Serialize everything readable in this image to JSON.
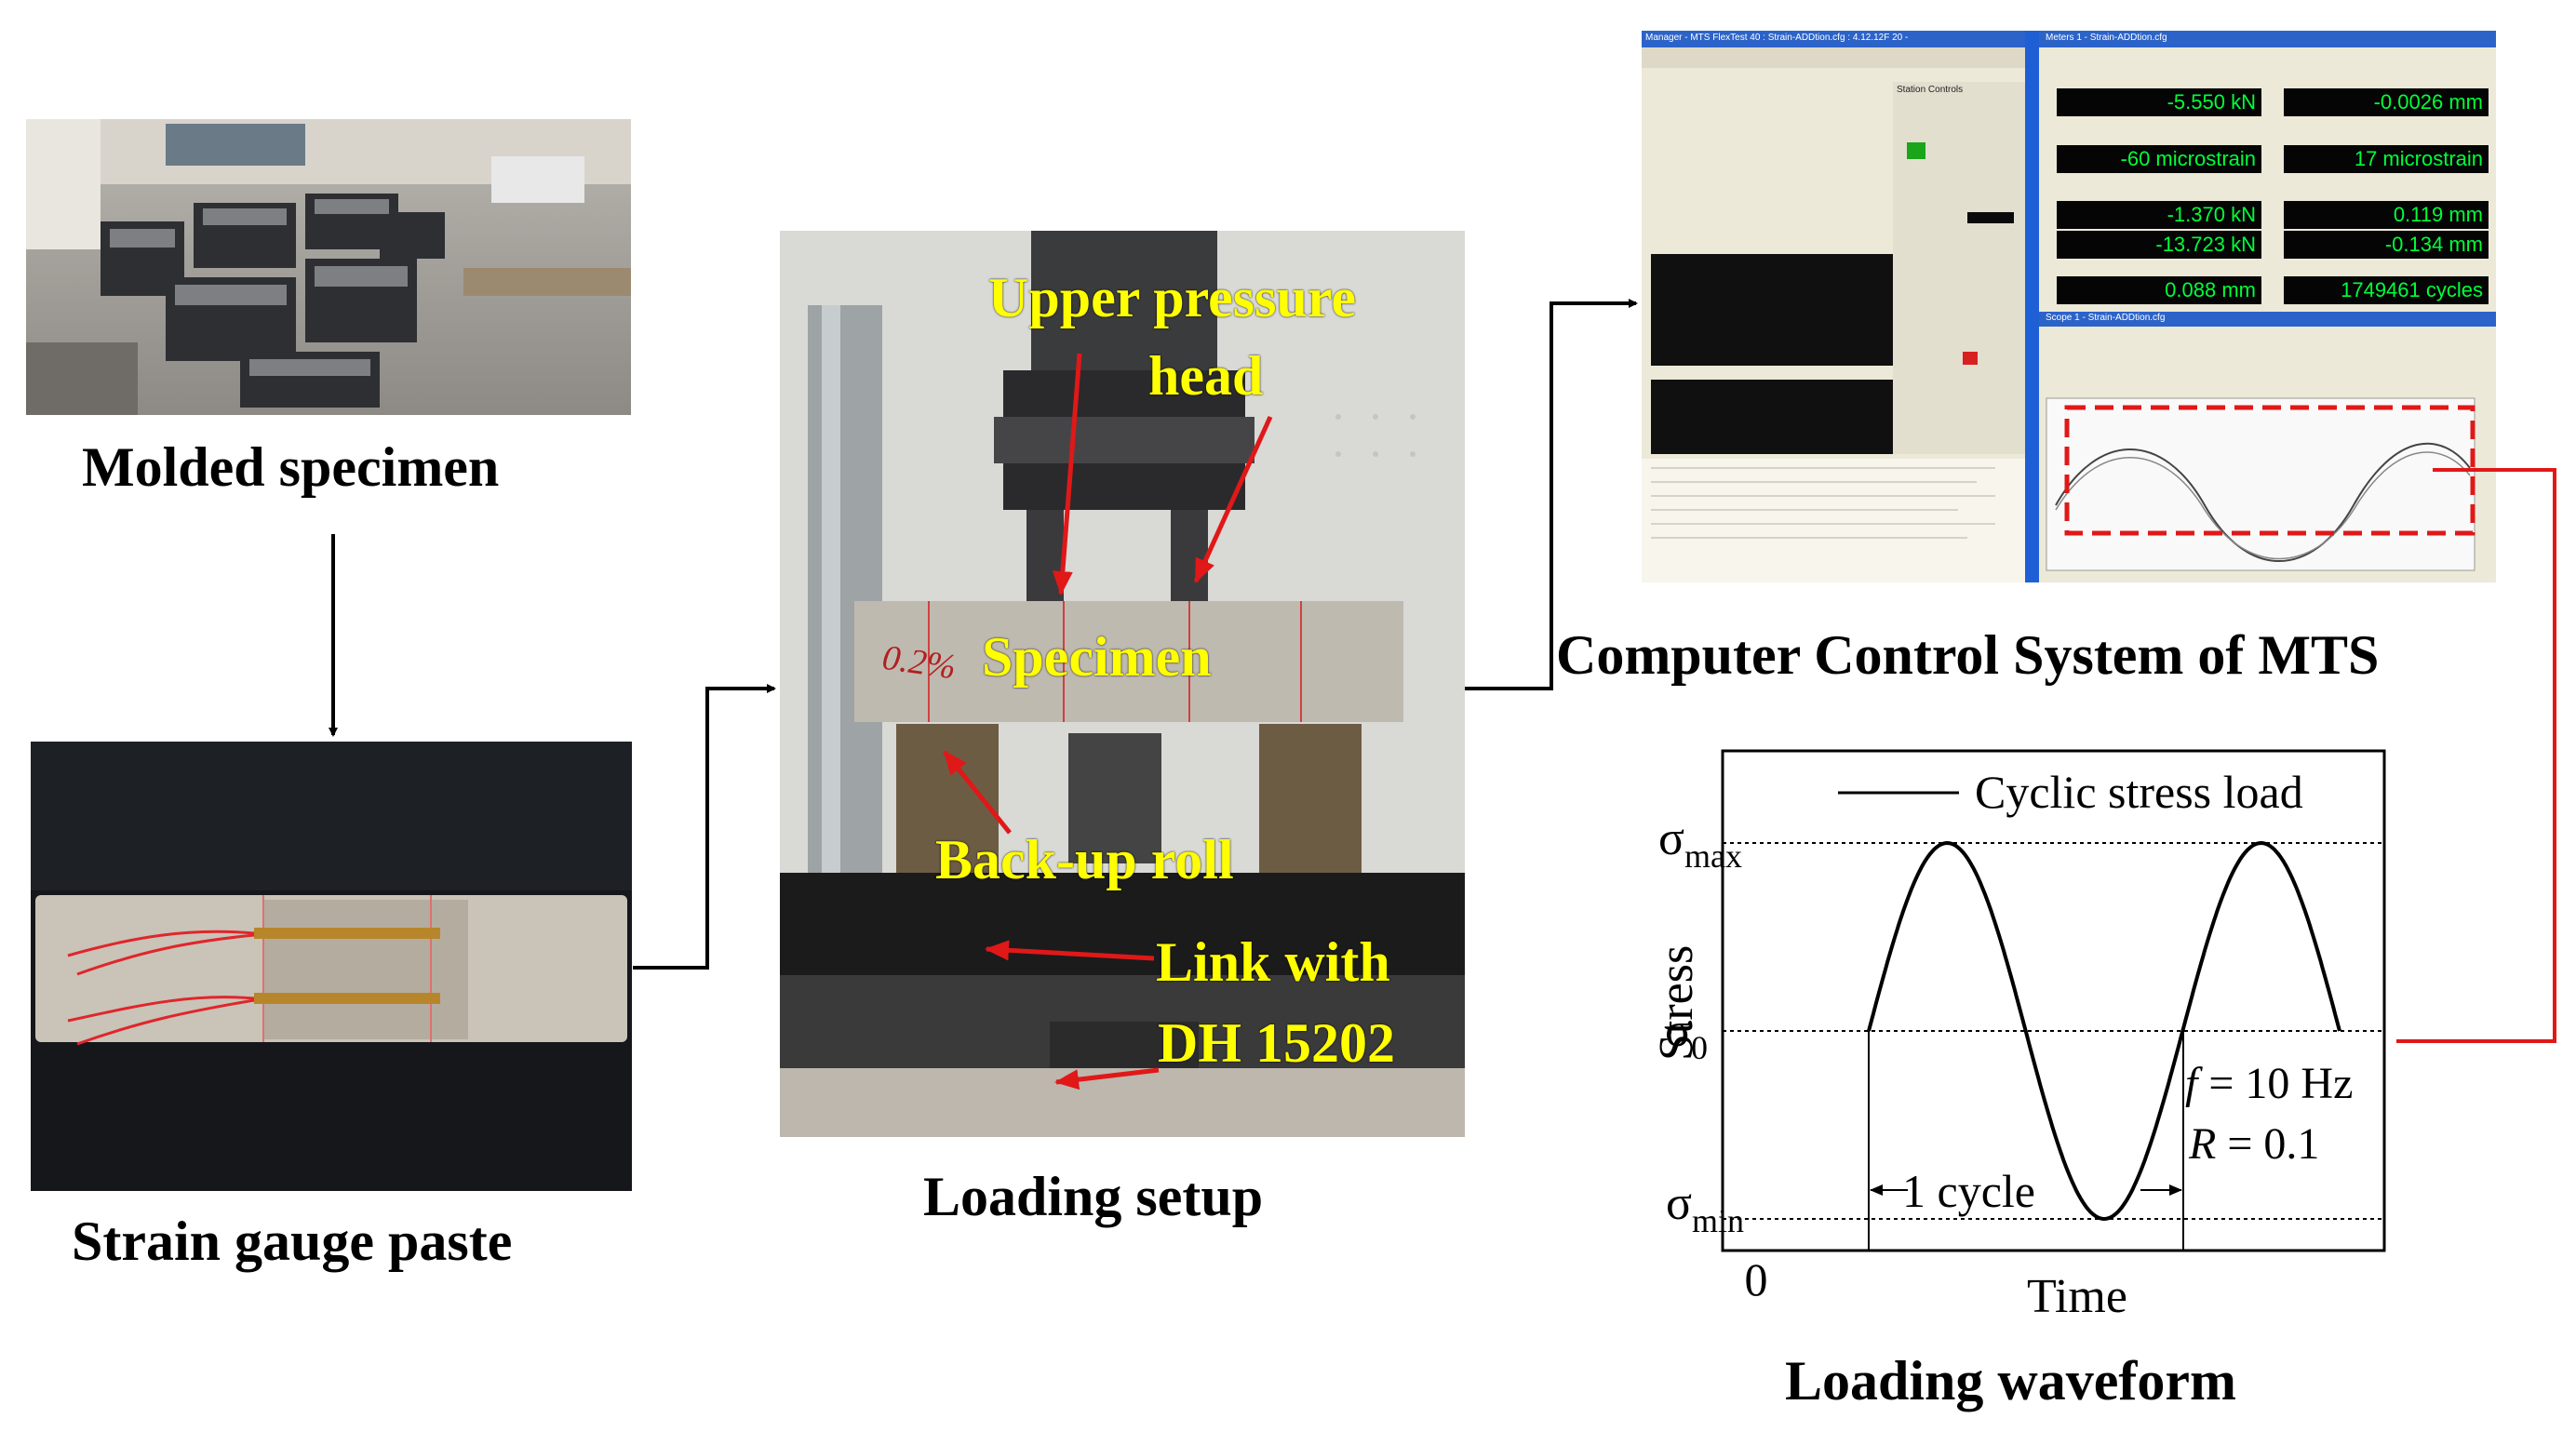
{
  "captions": {
    "molded": "Molded specimen",
    "strain_gauge": "Strain gauge paste",
    "loading_setup": "Loading setup",
    "computer": "Computer Control System of MTS",
    "waveform": "Loading waveform"
  },
  "setup_labels": {
    "upper_head_line1": "Upper pressure",
    "upper_head_line2": "head",
    "specimen": "Specimen",
    "backup_roll": "Back-up roll",
    "link_line1": "Link with",
    "link_line2": "DH 15202",
    "specimen_mark": "0.2%"
  },
  "mts_screen": {
    "left_title": "Manager - MTS FlexTest 40 : Strain-ADDtion.cfg : 4.12.12F 20 -",
    "right_title": "Meters 1 - Strain-ADDtion.cfg",
    "scope_title": "Scope 1 - Strain-ADDtion.cfg",
    "station_controls": "Station Controls",
    "readouts": [
      "-5.550 kN",
      "-0.0026 mm",
      "-60 microstrain",
      "17 microstrain",
      "-1.370 kN",
      "0.119 mm",
      "-13.723 kN",
      "-0.134 mm",
      "0.088 mm",
      "1749461 cycles"
    ]
  },
  "colors": {
    "overlay_text": "#ffff00",
    "arrow_red": "#e01818",
    "meter_green": "#00ff3a",
    "screen_blue": "#1f5fd6"
  },
  "waveform": {
    "legend": "Cyclic stress load",
    "ylabel": "Stress",
    "xlabel": "Time",
    "origin": "0",
    "sigma": "σ",
    "sub_max": "max",
    "sub_0": "0",
    "sub_min": "min",
    "cycle_label": "1 cycle",
    "freq_var": "f",
    "freq_value": " = 10 Hz",
    "ratio_var": "R",
    "ratio_value": " = 0.1"
  },
  "chart_data": {
    "type": "line",
    "series": [
      {
        "name": "Cyclic stress load",
        "shape": "sine",
        "cycles": 1.5,
        "start_phase": "σ0"
      }
    ],
    "ylevels": [
      "σmin",
      "σ0",
      "σmax"
    ],
    "xlabel": "Time",
    "ylabel": "Stress",
    "frequency_hz": 10,
    "stress_ratio_R": 0.1
  }
}
